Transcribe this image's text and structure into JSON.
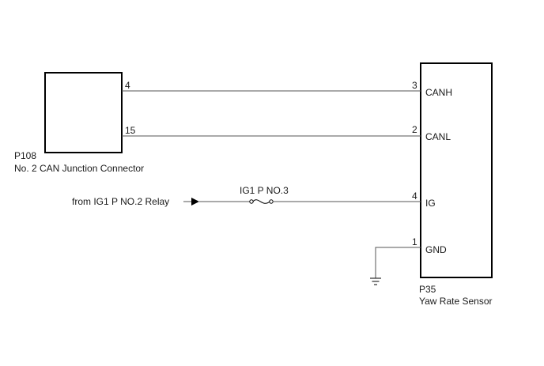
{
  "connector_p108": {
    "code": "P108",
    "name": "No. 2 CAN Junction Connector",
    "pins": {
      "canh": "4",
      "canl": "15"
    }
  },
  "sensor_p35": {
    "code": "P35",
    "name": "Yaw Rate Sensor",
    "pins": {
      "canh": {
        "number": "3",
        "label": "CANH"
      },
      "canl": {
        "number": "2",
        "label": "CANL"
      },
      "ig": {
        "number": "4",
        "label": "IG"
      },
      "gnd": {
        "number": "1",
        "label": "GND"
      }
    }
  },
  "power": {
    "source": "from IG1 P NO.2 Relay",
    "fuse": "IG1 P NO.3"
  },
  "icons": {
    "fuse": "fuse-icon",
    "ground": "ground-icon",
    "arrow": "arrow-right-icon"
  }
}
